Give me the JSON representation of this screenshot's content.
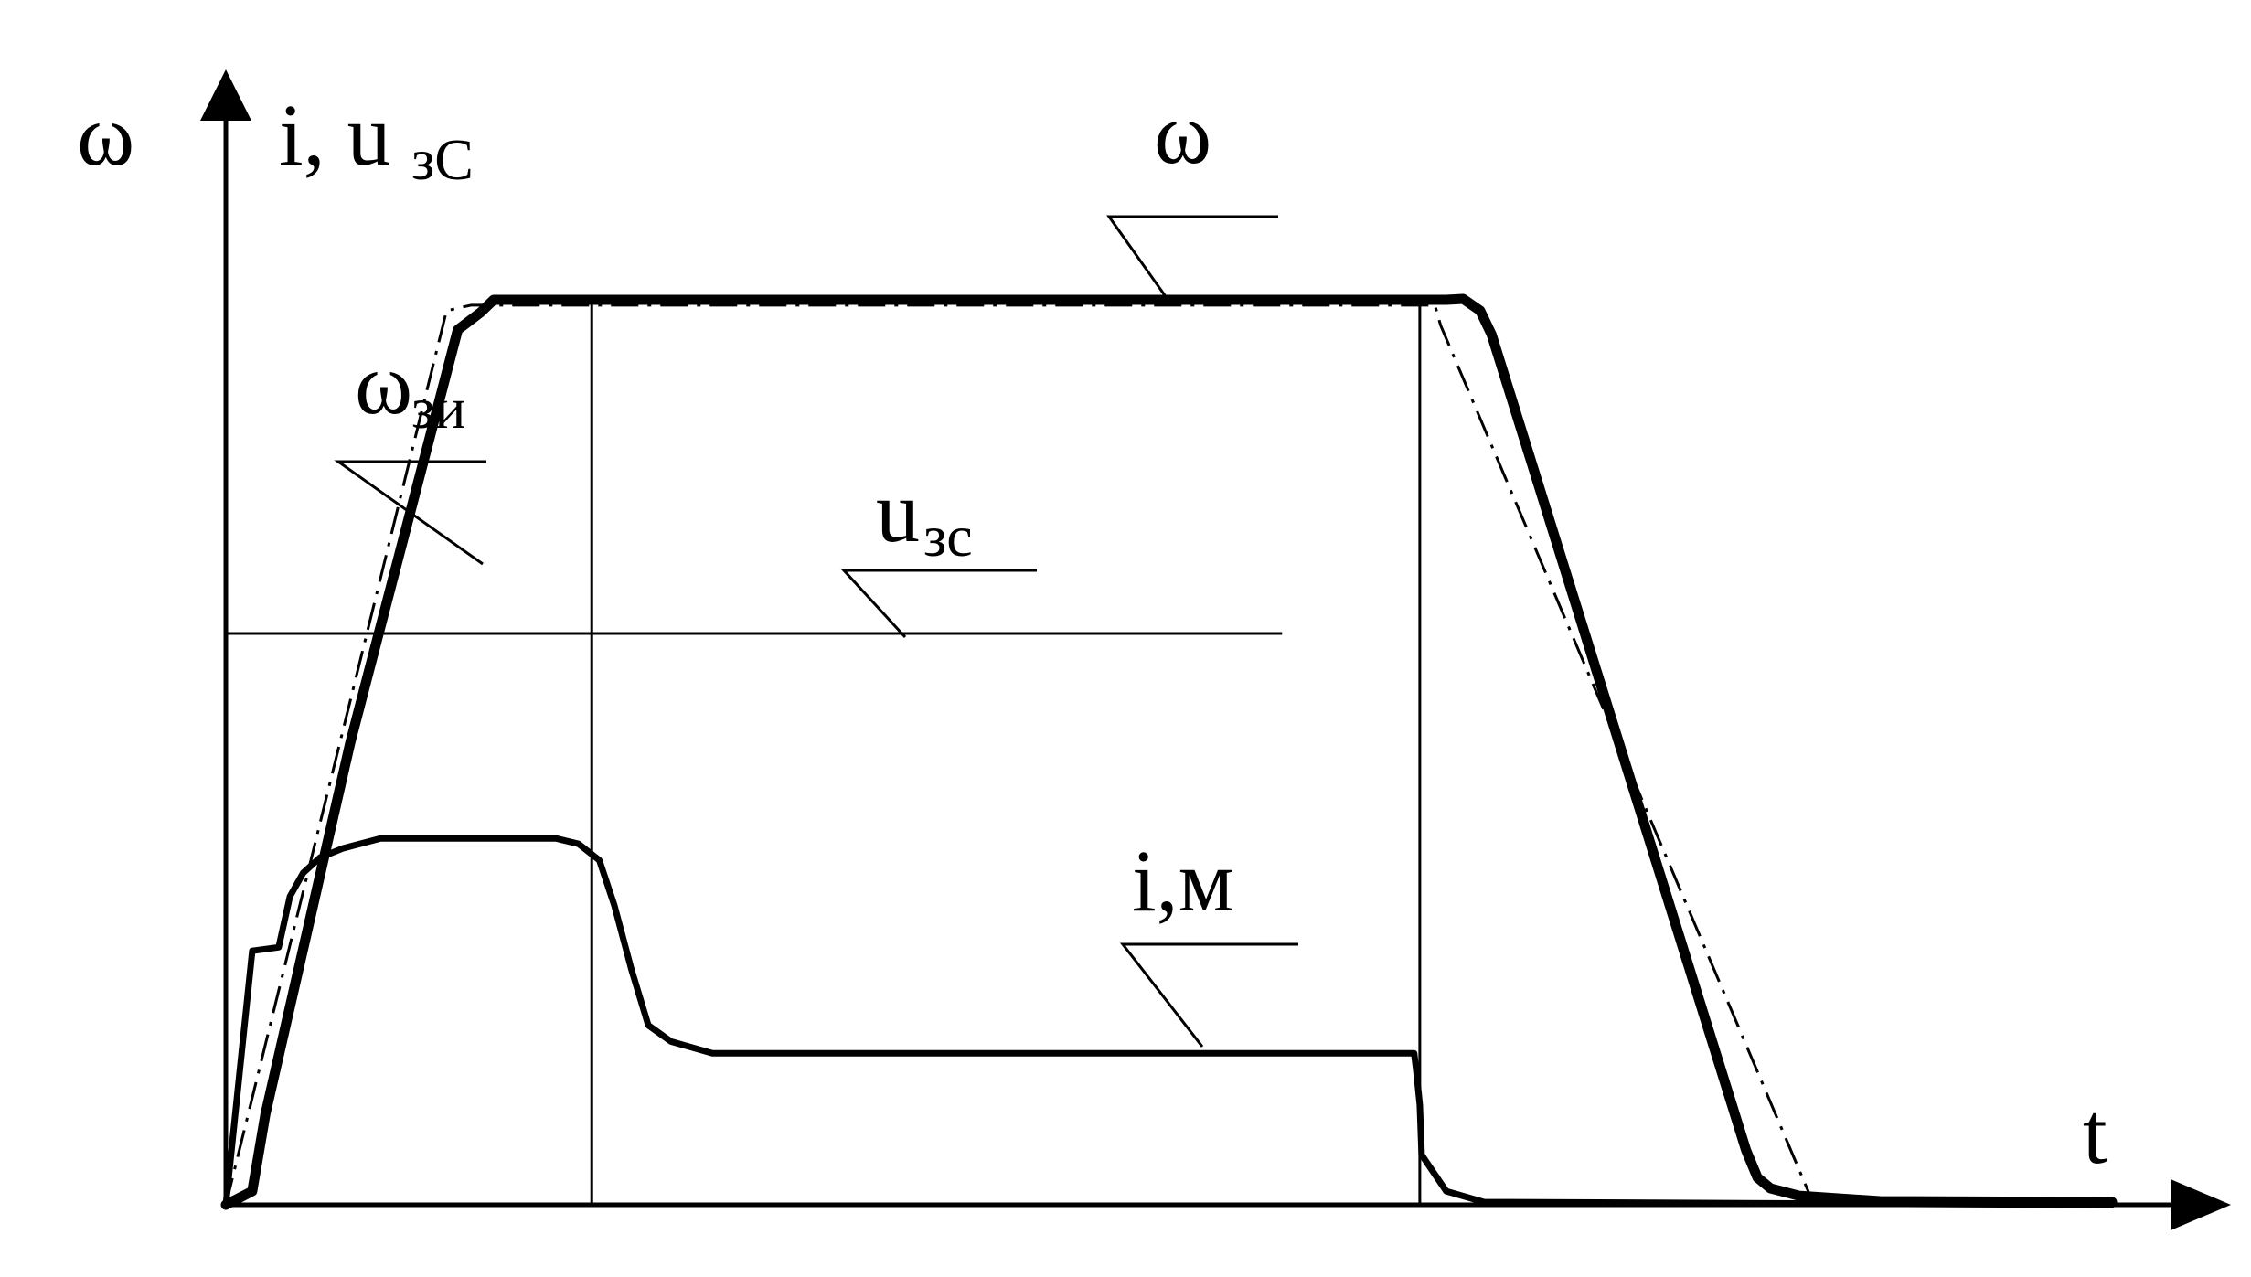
{
  "chart_data": {
    "type": "line",
    "title": "",
    "xlabel": "t",
    "ylabel_left": "ω",
    "ylabel_right": "i, u",
    "ylabel_right_sub": "зС",
    "xlim": [
      0,
      100
    ],
    "ylim": [
      0,
      100
    ],
    "grid": false,
    "legend": "none",
    "markers": {
      "t1": 19.4,
      "t2": 63.3
    },
    "series": [
      {
        "name": "ω",
        "label": "ω",
        "label_sub": "",
        "style": "thick",
        "x": [
          0,
          1.4,
          2.1,
          6.6,
          12.3,
          13.5,
          14.2,
          64.7,
          65.6,
          66.5,
          67.1,
          80.6,
          81.2,
          81.9,
          83.4,
          87.7,
          100
        ],
        "y": [
          0,
          1.5,
          10,
          51,
          96.5,
          98.4,
          99.8,
          99.8,
          99.9,
          98.6,
          96,
          6,
          3,
          1.8,
          1,
          0.4,
          0.3
        ]
      },
      {
        "name": "ω_зи",
        "label": "ω",
        "label_sub": "зи",
        "style": "dashdot",
        "x": [
          0,
          11.7,
          13.0,
          64.1,
          64.4,
          84.2
        ],
        "y": [
          0,
          98.6,
          99.2,
          99.2,
          97,
          0
        ]
      },
      {
        "name": "u_зс",
        "label": "u",
        "label_sub": "зс",
        "style": "thin",
        "x": [
          0,
          56.0
        ],
        "y": [
          63,
          63
        ]
      },
      {
        "name": "i,м",
        "label": "i,м",
        "label_sub": "",
        "style": "medium",
        "x": [
          0,
          1.4,
          2.8,
          3.4,
          4.1,
          5.0,
          6.2,
          8.2,
          17.5,
          18.7,
          19.8,
          20.6,
          21.5,
          22.4,
          23.6,
          25.8,
          63.0,
          63.1,
          63.3,
          63.4,
          64.7,
          66.7,
          100
        ],
        "y": [
          0,
          28,
          28.4,
          34,
          36.6,
          38.3,
          39.3,
          40.4,
          40.4,
          39.8,
          38,
          33,
          26,
          19.8,
          18,
          16.7,
          16.7,
          15,
          11,
          5.5,
          1.5,
          0.3,
          0
        ]
      }
    ]
  }
}
